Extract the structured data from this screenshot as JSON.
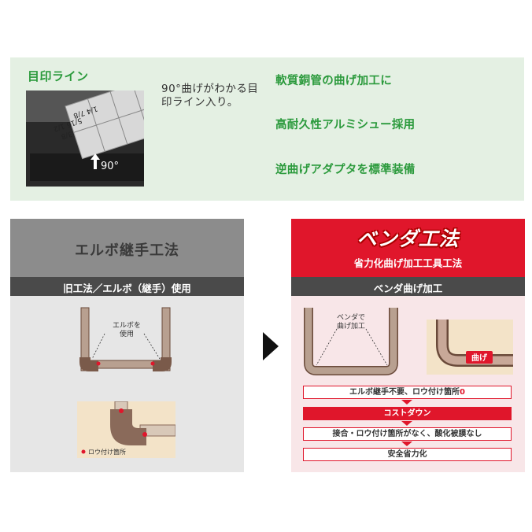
{
  "top": {
    "marker_title": "目印ライン",
    "marker_description": "90°曲げがわかる目印ライン入り。",
    "photo_labels": [
      "1/4 7/8",
      "5/16 1/2",
      "3/8",
      "90°"
    ],
    "features": [
      "軟質銅管の曲げ加工に",
      "高耐久性アルミシュー採用",
      "逆曲げアダプタを標準装備"
    ]
  },
  "left": {
    "title": "エルボ継手工法",
    "subtitle": "旧工法／エルボ（継手）使用",
    "callout": "エルボを使用",
    "legend": "ロウ付け箇所"
  },
  "right": {
    "title": "ベンダ工法",
    "subtitle": "省力化曲げ加工工具工法",
    "bar": "ベンダ曲げ加工",
    "callout": "ベンダで曲げ加工",
    "photo_label": "曲げ",
    "benefit1_text": "エルボ継手不要、ロウ付け箇所",
    "benefit1_value": "0",
    "cost_label": "コストダウン",
    "benefit2": "接合・ロウ付け箇所がなく、酸化被膜なし",
    "benefit3": "安全省力化"
  },
  "colors": {
    "green": "#2b9a3c",
    "red": "#e0162b",
    "dark": "#4a4a4a",
    "pipe": "#7a5a4a"
  }
}
